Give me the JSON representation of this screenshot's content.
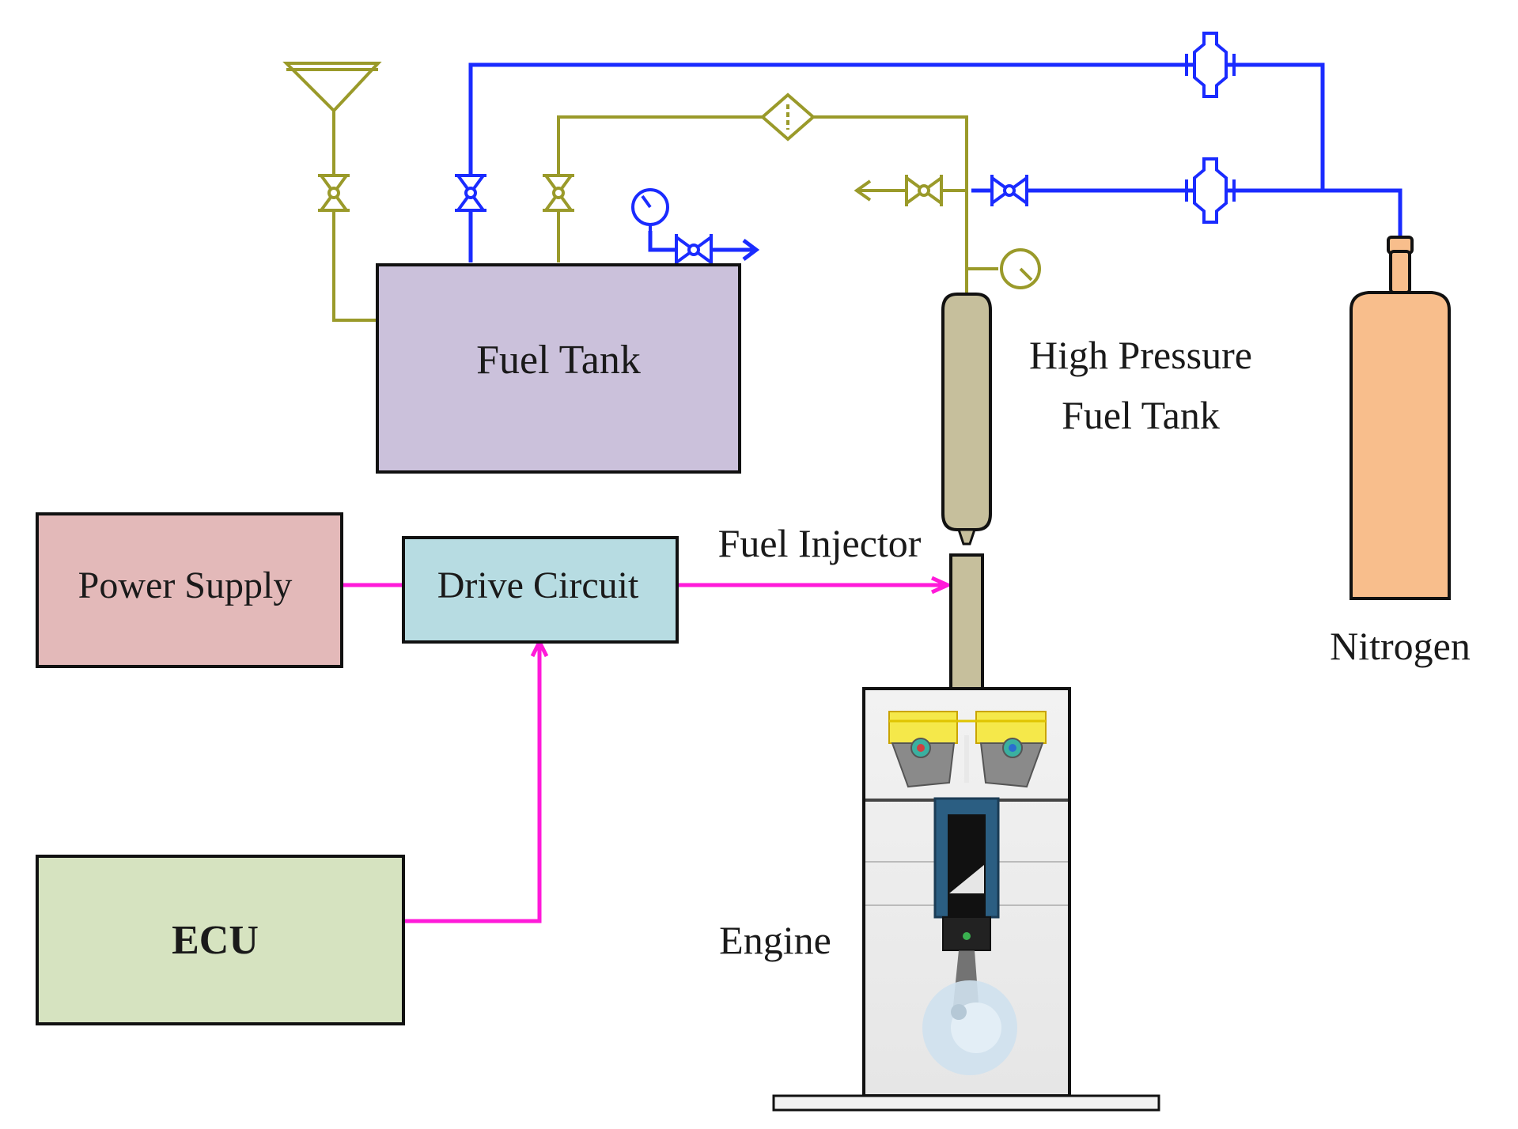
{
  "colors": {
    "nitrogen_line": "#1a2bff",
    "fuel_line": "#9a9a2a",
    "signal_line": "#ff1ad9",
    "fuel_tank": "#cbc1db",
    "power_supply": "#e3b9b9",
    "drive_circuit": "#b7dce2",
    "ecu": "#d6e3c0",
    "hp_tank": "#c6bf9c",
    "nitrogen_cylinder": "#f8be8c",
    "outline": "#111111"
  },
  "labels": {
    "fuel_tank": "Fuel Tank",
    "hp_tank_line1": "High Pressure",
    "hp_tank_line2": "Fuel Tank",
    "fuel_injector": "Fuel Injector",
    "power_supply": "Power Supply",
    "drive_circuit": "Drive Circuit",
    "ecu": "ECU",
    "engine": "Engine",
    "nitrogen": "Nitrogen"
  },
  "icons": {
    "funnel": "funnel-icon",
    "valve": "valve-icon",
    "regulator": "pressure-regulator-icon",
    "filter": "filter-icon",
    "gauge": "pressure-gauge-icon",
    "engine": "engine-cutaway-icon",
    "cylinder": "gas-cylinder-icon"
  }
}
